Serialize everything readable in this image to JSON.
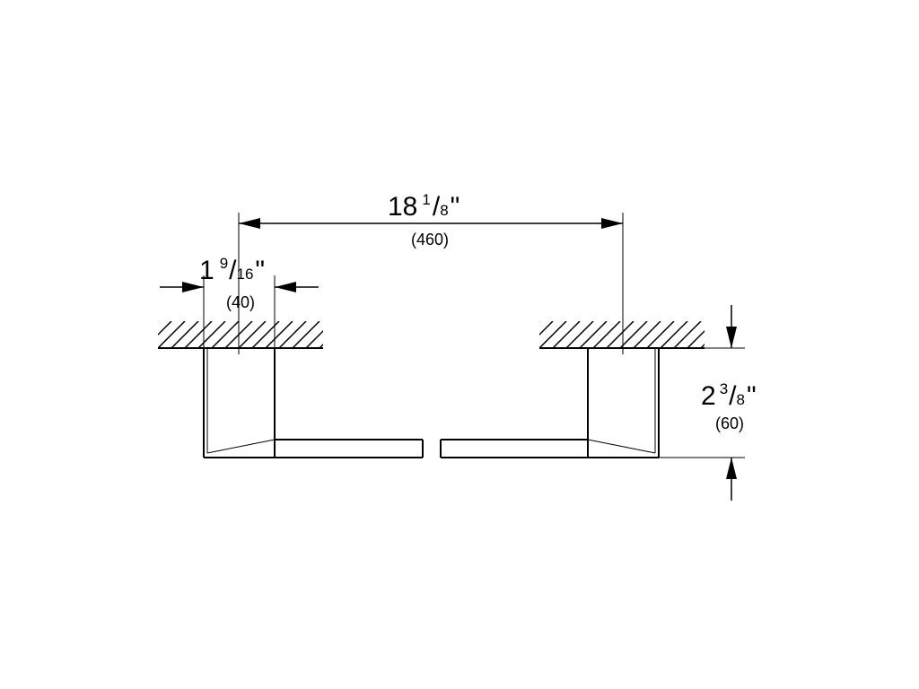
{
  "dimensions": {
    "length": {
      "whole": "18",
      "numerator": "1",
      "slash": "/",
      "denominator": "8",
      "unit": "\"",
      "metric": "(460)"
    },
    "bracket_width": {
      "whole": "1",
      "numerator": "9",
      "slash": "/",
      "denominator": "16",
      "unit": "\"",
      "metric": "(40)"
    },
    "projection": {
      "whole": "2",
      "numerator": "3",
      "slash": "/",
      "denominator": "8",
      "unit": "\"",
      "metric": "(60)"
    }
  },
  "colors": {
    "line": "#000000",
    "background": "#ffffff"
  }
}
